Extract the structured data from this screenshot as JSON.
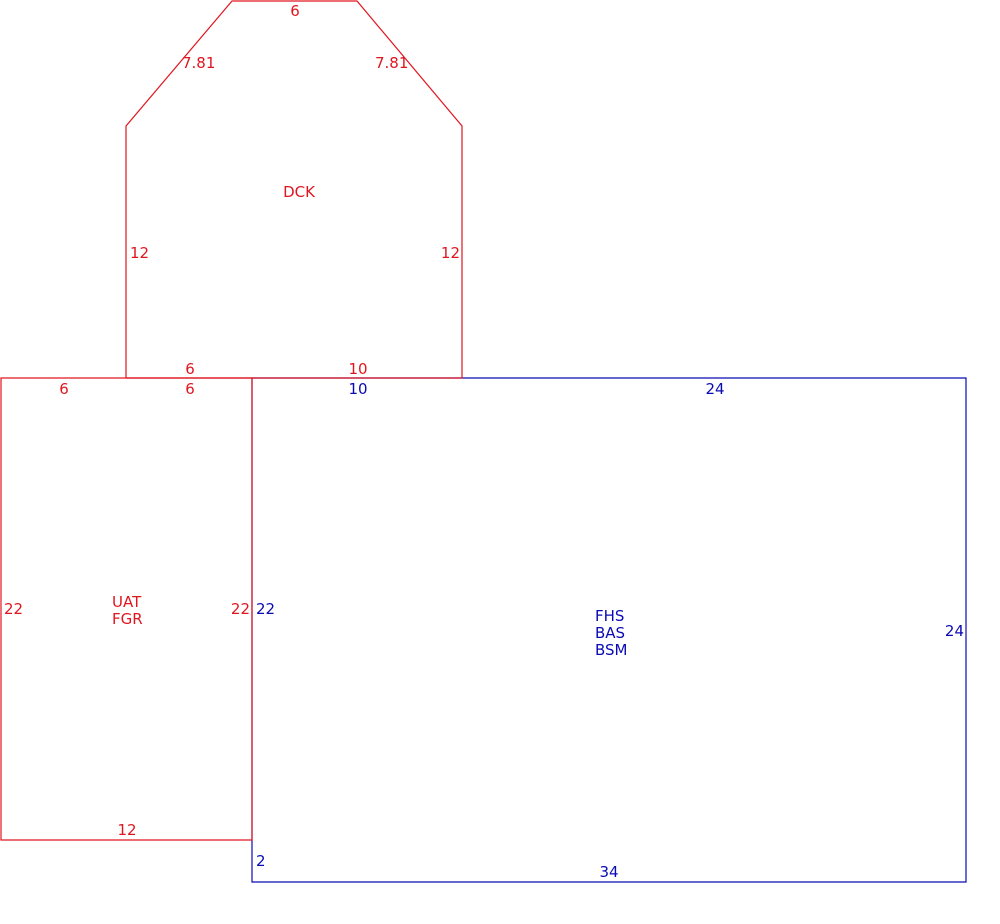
{
  "colors": {
    "red": "#e0161f",
    "blue": "#0a0ab4",
    "background": "#ffffff"
  },
  "areas": {
    "deck": {
      "codes": [
        "DCK"
      ],
      "dimensions": {
        "top": "6",
        "upper_left_diagonal": "7.81",
        "upper_right_diagonal": "7.81",
        "left": "12",
        "right": "12",
        "bottom_left": "6",
        "bottom_right": "10"
      }
    },
    "garage": {
      "codes": [
        "UAT",
        "FGR"
      ],
      "dimensions": {
        "top_left": "6",
        "top_right": "6",
        "left": "22",
        "right": "22",
        "bottom": "12"
      }
    },
    "main": {
      "codes": [
        "FHS",
        "BAS",
        "BSM"
      ],
      "dimensions": {
        "top_left": "10",
        "top_right": "24",
        "left": "22",
        "left_lower": "2",
        "right": "24",
        "bottom": "34"
      }
    }
  }
}
